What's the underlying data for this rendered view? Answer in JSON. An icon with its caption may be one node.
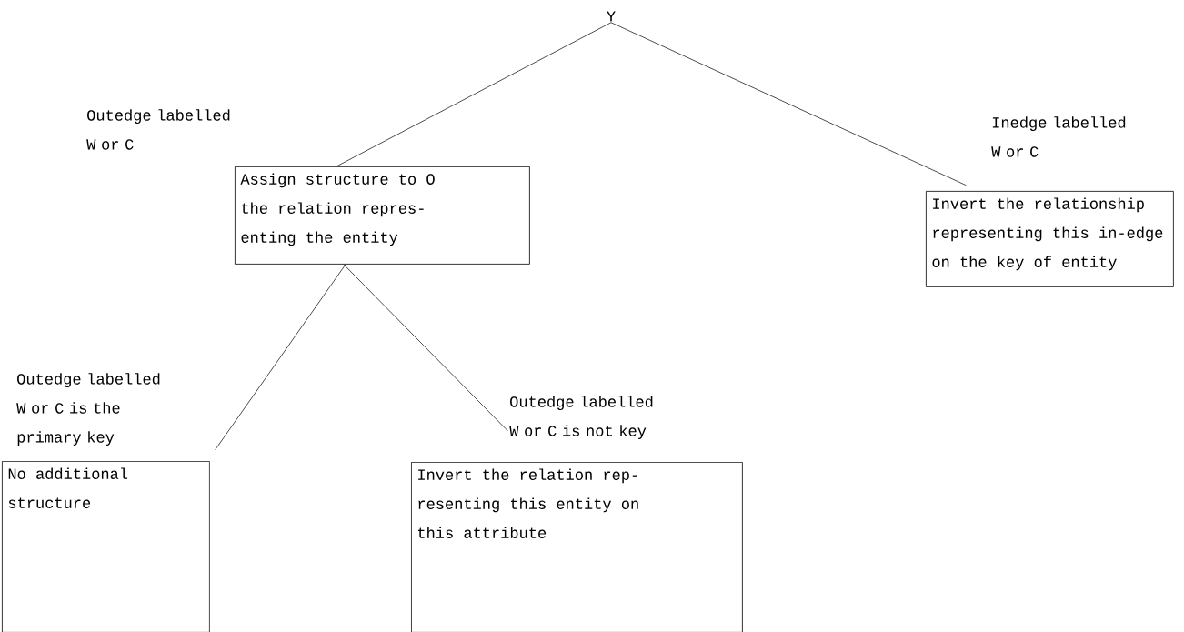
{
  "diagram": {
    "nodes": [
      {
        "text": [
          "Y"
        ]
      },
      {
        "text": [
          "Assign structure to O the relation repres- enting the entity"
        ],
        "beside": [
          "Outedge labelled W or C"
        ]
      },
      {
        "text": [
          "Invert the relationship representing this in-edge on the key of entity"
        ],
        "beside": [
          "Inedge labelled W or C"
        ]
      },
      {
        "text": [
          "No additional structure"
        ],
        "beside": [
          "Outedge labelled W or C is the primary key"
        ]
      },
      {
        "text": [
          "Invert the relation rep- resenting this entity on this attribute"
        ],
        "beside": [
          "Outedge labelled W or C is not key"
        ]
      }
    ],
    "edges": [
      {
        "from": 0,
        "to": 1,
        "arrow": "none"
      },
      {
        "from": 0,
        "to": 2,
        "arrow": "none"
      },
      {
        "from": 1,
        "to": 3,
        "arrow": "none"
      },
      {
        "from": 1,
        "to": 4,
        "arrow": "none"
      }
    ]
  }
}
